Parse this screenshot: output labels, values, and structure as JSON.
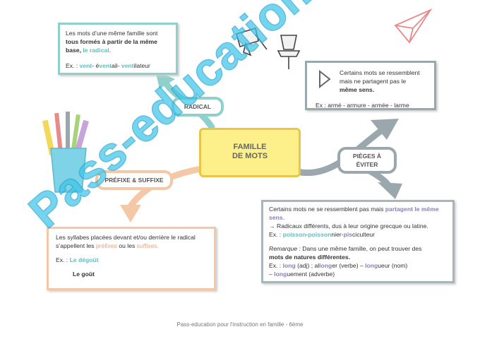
{
  "center": {
    "line1": "FAMILLE",
    "line2": "DE MOTS"
  },
  "bubbles": {
    "radical": "RADICAL",
    "pieges_line1": "PIÈGES À",
    "pieges_line2": "ÉVITER",
    "prefixe": "PRÉFIXE & SUFFIXE"
  },
  "radical_box": {
    "line1": "Les mots d’une même famille sont",
    "line2_bold": "tous formés à partir de la même",
    "line3_bold": "base,",
    "line3_teal": "le radical.",
    "ex_prefix": "Ex. :",
    "ex_word1": "vent",
    "ex_sep1": "- é",
    "ex_word2": "vent",
    "ex_sep2": "ail-",
    "ex_word3": "vent",
    "ex_rest": "ilateur"
  },
  "pieges_box": {
    "line1": "Certains mots se ressemblent",
    "line2": "mais ne partagent pas le",
    "line3": "même sens.",
    "example": "Ex : armé - armure - armée - larme"
  },
  "defs_box": {
    "p1_start": "Certains mots ne se ressemblent pas mais",
    "p1_purple": "partagent le même sens.",
    "p2": "→ Radicaux différents, dus à leur origine grecque ou latine.",
    "p3_prefix": "Ex. :",
    "p3_w1": "poisson",
    "p3_sep1": "-",
    "p3_w2": "poisson",
    "p3_sep2": "nier-",
    "p3_w3": "pis",
    "p3_rest": "ciculteur",
    "remark_label": "Remarque :",
    "remark_text": "Dans une même famille, on peut trouver des",
    "remark_bold": "mots de natures différentes.",
    "ex2_prefix": "Ex. :",
    "ex2_w1": "long",
    "ex2_t1": "(adj) ; al",
    "ex2_w2": "long",
    "ex2_t2": "er (verbe) –",
    "ex2_w3": "long",
    "ex2_t3": "ueur (nom)",
    "ex2_line3_dash": "–",
    "ex2_w4": "long",
    "ex2_t4": "uement (adverbe)"
  },
  "prefixe_box": {
    "line1": "Les syllabes placées devant et/ou derrière le radical",
    "line2_start": "s’appellent les",
    "line2_word1": "préfixes",
    "line2_mid": "ou les",
    "line2_word2": "suffixes.",
    "ex_prefix": "Ex. :",
    "ex_word": "Le dégoût",
    "ex2_word": "Le goût"
  },
  "watermark": "Pass-education",
  "footer": "Pass-education pour l'instruction en famille - 6ème",
  "colors": {
    "teal": "#8fd0cc",
    "grey_blue": "#9aa7ad",
    "peach": "#f4c8a7",
    "yellow": "#fdf08a",
    "watermark_blue": "#3fc5ea",
    "plane_red": "#e98a8a"
  }
}
